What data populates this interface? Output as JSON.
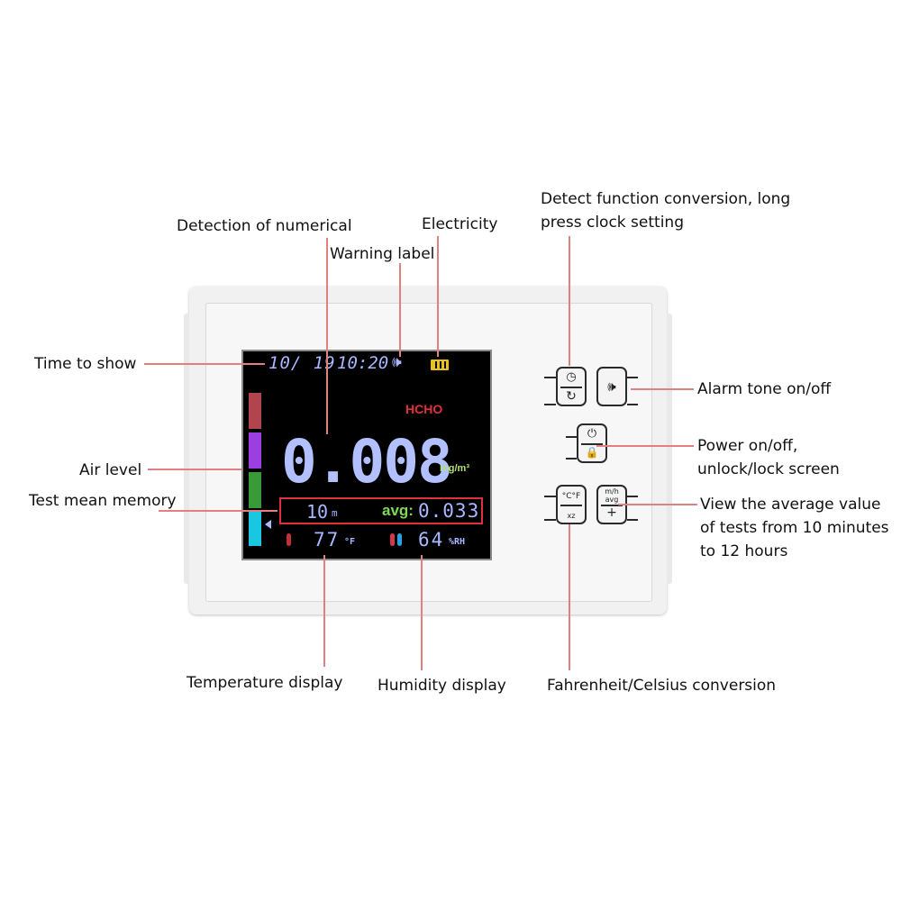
{
  "labels": {
    "detect_function": "Detect function conversion, long press clock setting",
    "detection_numerical": "Detection of numerical",
    "electricity": "Electricity",
    "warning_label": "Warning label",
    "time_to_show": "Time to show",
    "alarm_tone": "Alarm tone on/off",
    "power": "Power on/off, unlock/lock screen",
    "air_level": "Air level",
    "test_mean_memory": "Test mean memory",
    "view_average": "View the average value of tests from 10 minutes to 12 hours",
    "temperature_display": "Temperature display",
    "humidity_display": "Humidity display",
    "fahrenheit_celsius": "Fahrenheit/Celsius conversion"
  },
  "screen": {
    "date": "10/ 19",
    "time": "10:20",
    "gas": "HCHO",
    "reading": "0.008",
    "reading_unit": "mg/m³",
    "avg_period": "10",
    "avg_period_unit": "m",
    "avg_label": "avg:",
    "avg_value": "0.033",
    "temperature": "77",
    "temperature_unit": "°F",
    "humidity": "64",
    "humidity_unit": "%RH",
    "speaker_glyph": "🕪",
    "battery_glyph": "▭"
  },
  "buttons": {
    "function_top": "◷",
    "function_bottom": "↻",
    "alarm": "🕪",
    "power_top": "⏻",
    "power_bottom": "🔒",
    "unit_top_c": "°C",
    "unit_top_f": "°F",
    "unit_bottom": "xz",
    "avg_top": "m/h avg",
    "avg_bottom": "+"
  },
  "colors": {
    "air_level": [
      "#b0454e",
      "#9b3fe0",
      "#3a9a3a",
      "#19c7e0"
    ],
    "segment": "#aab8ff",
    "avg_text": "#7ed957",
    "hcho": "#e0303a",
    "highlight_box": "#e0303a",
    "leader_line": "#e08080"
  }
}
